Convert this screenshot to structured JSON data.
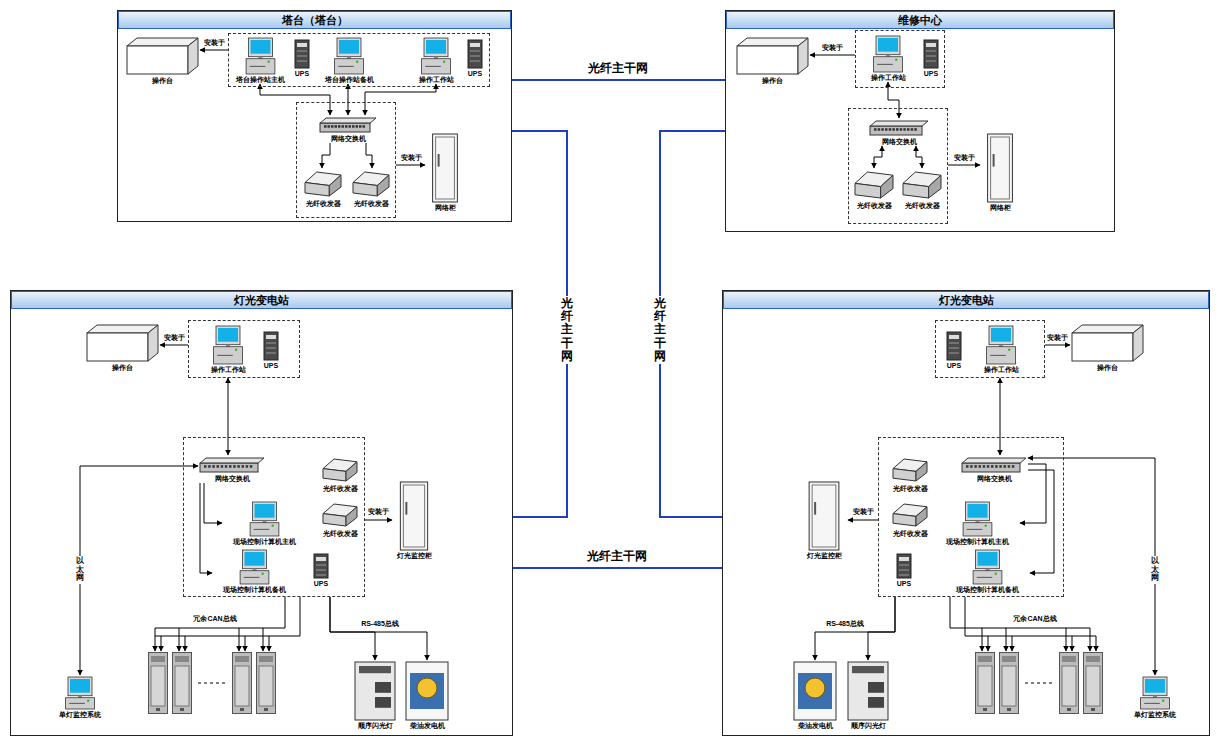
{
  "diagram": {
    "nodes": [
      {
        "text": [
          "塔台（塔台）"
        ]
      },
      {
        "text": [
          "操作台"
        ],
        "in": 0
      },
      {
        "text": [],
        "in": 0
      },
      {
        "text": [
          "塔台操作站主机"
        ],
        "in": 2
      },
      {
        "text": [
          "UPS"
        ],
        "in": 2
      },
      {
        "text": [
          "塔台操作站备机"
        ],
        "in": 2
      },
      {
        "text": [
          "操作工作站"
        ],
        "in": 2
      },
      {
        "text": [
          "UPS"
        ],
        "in": 2
      },
      {
        "text": [],
        "in": 0
      },
      {
        "text": [
          "网络交换机"
        ],
        "in": 8
      },
      {
        "text": [
          "光纤收发器"
        ],
        "in": 8
      },
      {
        "text": [
          "光纤收发器"
        ],
        "in": 8
      },
      {
        "text": [
          "网络柜"
        ],
        "in": 0
      },
      {
        "text": [
          "维修中心"
        ]
      },
      {
        "text": [
          "操作台"
        ],
        "in": 13
      },
      {
        "text": [],
        "in": 13
      },
      {
        "text": [
          "操作工作站"
        ],
        "in": 15
      },
      {
        "text": [
          "UPS"
        ],
        "in": 15
      },
      {
        "text": [],
        "in": 13
      },
      {
        "text": [
          "网络交换机"
        ],
        "in": 18
      },
      {
        "text": [
          "光纤收发器"
        ],
        "in": 18
      },
      {
        "text": [
          "光纤收发器"
        ],
        "in": 18
      },
      {
        "text": [
          "网络柜"
        ],
        "in": 13
      },
      {
        "text": [
          "灯光变电站"
        ]
      },
      {
        "text": [
          "操作台"
        ],
        "in": 23
      },
      {
        "text": [],
        "in": 23
      },
      {
        "text": [
          "操作工作站"
        ],
        "in": 25
      },
      {
        "text": [
          "UPS"
        ],
        "in": 25
      },
      {
        "text": [],
        "in": 23
      },
      {
        "text": [
          "网络交换机"
        ],
        "in": 28
      },
      {
        "text": [
          "光纤收发器"
        ],
        "in": 28
      },
      {
        "text": [
          "现场控制计算机主机"
        ],
        "in": 28
      },
      {
        "text": [
          "光纤收发器"
        ],
        "in": 28
      },
      {
        "text": [
          "现场控制计算机备机"
        ],
        "in": 28
      },
      {
        "text": [
          "UPS"
        ],
        "in": 28
      },
      {
        "text": [
          "灯光监控柜"
        ],
        "in": 23
      },
      {
        "text": [
          "单灯监控系统"
        ],
        "in": 23
      },
      {
        "text": [
          "顺序闪光灯"
        ],
        "in": 23
      },
      {
        "text": [
          "柴油发电机"
        ],
        "in": 23
      },
      {
        "text": [
          "灯光变电站"
        ]
      },
      {
        "text": [],
        "in": 39
      },
      {
        "text": [
          "UPS"
        ],
        "in": 40
      },
      {
        "text": [
          "操作工作站"
        ],
        "in": 40
      },
      {
        "text": [
          "操作台"
        ],
        "in": 39
      },
      {
        "text": [],
        "in": 39
      },
      {
        "text": [
          "光纤收发器"
        ],
        "in": 44
      },
      {
        "text": [
          "网络交换机"
        ],
        "in": 44
      },
      {
        "text": [
          "光纤收发器"
        ],
        "in": 44
      },
      {
        "text": [
          "现场控制计算机主机"
        ],
        "in": 44
      },
      {
        "text": [
          "现场控制计算机备机"
        ],
        "in": 44
      },
      {
        "text": [
          "UPS"
        ],
        "in": 44
      },
      {
        "text": [
          "灯光监控柜"
        ],
        "in": 39
      },
      {
        "text": [
          "柴油发电机"
        ],
        "in": 39
      },
      {
        "text": [
          "顺序闪光灯"
        ],
        "in": 39
      },
      {
        "text": [
          "单灯监控系统"
        ],
        "in": 39
      }
    ],
    "edges": [
      {
        "from": 2,
        "to": 1,
        "arrow": "to",
        "label": "安装于"
      },
      {
        "from": 3,
        "to": 9,
        "arrow": "both"
      },
      {
        "from": 5,
        "to": 9,
        "arrow": "both"
      },
      {
        "from": 6,
        "to": 9,
        "arrow": "both"
      },
      {
        "from": 9,
        "to": 10,
        "arrow": "to"
      },
      {
        "from": 9,
        "to": 11,
        "arrow": "to"
      },
      {
        "from": 8,
        "to": 12,
        "arrow": "to",
        "label": "安装于"
      },
      {
        "from": 15,
        "to": 14,
        "arrow": "to",
        "label": "安装于"
      },
      {
        "from": 16,
        "to": 19,
        "arrow": "both"
      },
      {
        "from": 19,
        "to": 20,
        "arrow": "both"
      },
      {
        "from": 19,
        "to": 21,
        "arrow": "both"
      },
      {
        "from": 18,
        "to": 22,
        "arrow": "to",
        "label": "安装于"
      },
      {
        "from": 25,
        "to": 24,
        "arrow": "to",
        "label": "安装于"
      },
      {
        "from": 25,
        "to": 29,
        "arrow": "both"
      },
      {
        "from": 29,
        "to": 31,
        "arrow": "to"
      },
      {
        "from": 29,
        "to": 33,
        "arrow": "to"
      },
      {
        "from": 28,
        "to": 35,
        "arrow": "to",
        "label": "安装于"
      },
      {
        "from": 29,
        "to": 36,
        "arrow": "both",
        "label": "以太网"
      },
      {
        "from": 28,
        "to": 37,
        "arrow": "to"
      },
      {
        "from": 28,
        "to": 38,
        "arrow": "to"
      },
      {
        "from": 40,
        "to": 43,
        "arrow": "to",
        "label": "安装于"
      },
      {
        "from": 40,
        "to": 46,
        "arrow": "both"
      },
      {
        "from": 46,
        "to": 48,
        "arrow": "to"
      },
      {
        "from": 46,
        "to": 49,
        "arrow": "to"
      },
      {
        "from": 44,
        "to": 51,
        "arrow": "to",
        "label": "安装于"
      },
      {
        "from": 46,
        "to": 54,
        "arrow": "both",
        "label": "以太网"
      },
      {
        "from": 44,
        "to": 52,
        "arrow": "to"
      },
      {
        "from": 44,
        "to": 53,
        "arrow": "to"
      },
      {
        "from": 0,
        "to": 13,
        "arrow": "none",
        "label": "光纤主干网"
      },
      {
        "from": 0,
        "to": 23,
        "arrow": "none",
        "label": "光纤主干网"
      },
      {
        "from": 13,
        "to": 39,
        "arrow": "none",
        "label": "光纤主干网"
      },
      {
        "from": 23,
        "to": 39,
        "arrow": "none",
        "label": "光纤主干网"
      }
    ],
    "labels": [
      "冗余CAN总线",
      "RS-485总线",
      "RS-485总线",
      "冗余CAN总线"
    ]
  }
}
